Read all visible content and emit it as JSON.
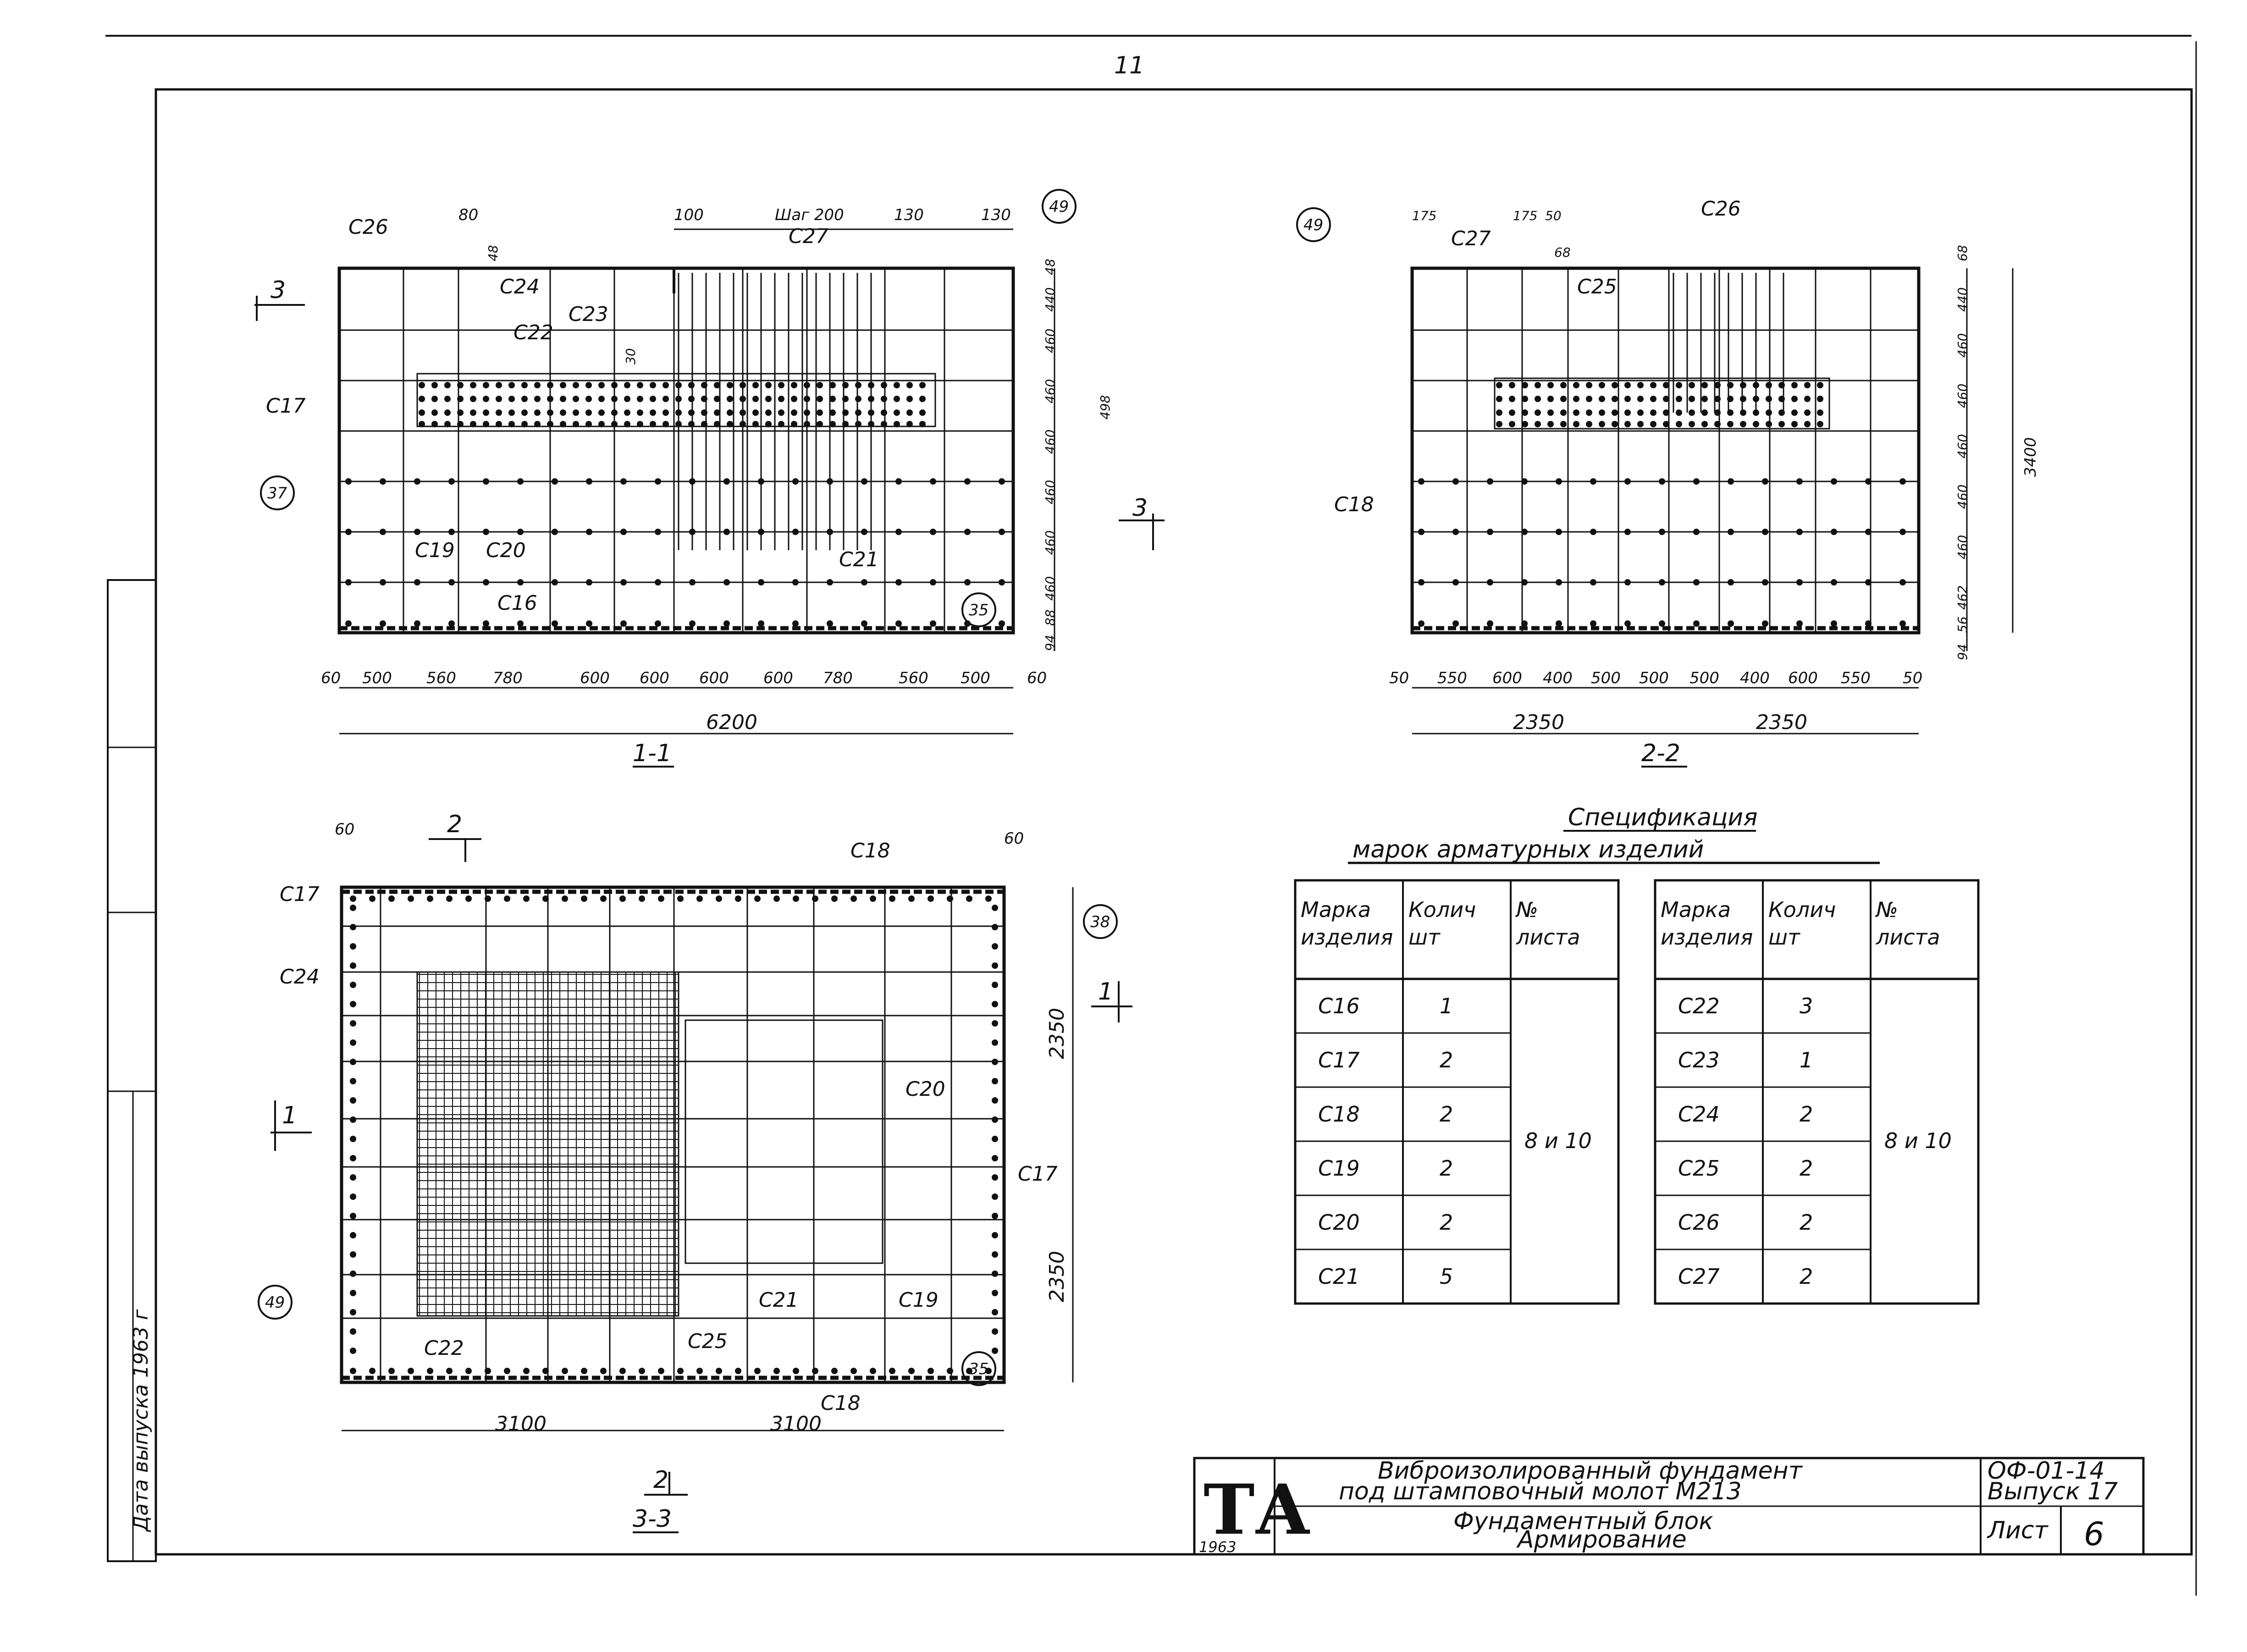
{
  "page_number": "11",
  "sections": {
    "s11": "1-1",
    "s22": "2-2",
    "s33": "3-3",
    "cut_3": "3",
    "cut_2": "2",
    "cut_1": "1"
  },
  "view_1_1": {
    "top_dims": [
      "80",
      "100",
      "Шаг 200",
      "130",
      "130"
    ],
    "bottom_dims": [
      "60",
      "500",
      "560",
      "780",
      "600",
      "600",
      "600",
      "600",
      "780",
      "560",
      "500",
      "60"
    ],
    "overall": "6200",
    "right_dims": [
      "48",
      "440",
      "460",
      "460",
      "460",
      "460",
      "460",
      "460",
      "88",
      "94"
    ],
    "side_dim": "498",
    "small_dims": [
      "48",
      "30"
    ],
    "marks": [
      "С26",
      "С24",
      "С23",
      "С22",
      "С17",
      "С19",
      "С20",
      "С21",
      "С16",
      "С27"
    ],
    "bubbles": [
      "49",
      "37",
      "35"
    ]
  },
  "view_2_2": {
    "top_dims": [
      "175",
      "175",
      "50",
      "68"
    ],
    "bottom_dims": [
      "50",
      "550",
      "600",
      "400",
      "500",
      "500",
      "500",
      "400",
      "600",
      "550",
      "50"
    ],
    "halves": [
      "2350",
      "2350"
    ],
    "right_dims": [
      "68",
      "440",
      "460",
      "460",
      "460",
      "460",
      "460",
      "462",
      "56",
      "94"
    ],
    "height": "3400",
    "marks": [
      "С27",
      "С25",
      "С26",
      "С18"
    ],
    "bubbles": [
      "49"
    ]
  },
  "view_3_3": {
    "top_dims": [
      "60",
      "60"
    ],
    "bottom_dims": [
      "3100",
      "3100"
    ],
    "right_dims": [
      "2350",
      "2350"
    ],
    "marks": [
      "С18",
      "С17",
      "С24",
      "С20",
      "С17",
      "С21",
      "С19",
      "С22",
      "С25",
      "С18"
    ],
    "bubbles": [
      "38",
      "49",
      "35"
    ]
  },
  "spec": {
    "title1": "Спецификация",
    "title2": "марок арматурных изделий",
    "headers": [
      "Марка изделия",
      "Колич шт",
      "№ листа"
    ],
    "table_left": [
      [
        "С16",
        "1"
      ],
      [
        "С17",
        "2"
      ],
      [
        "С18",
        "2"
      ],
      [
        "С19",
        "2"
      ],
      [
        "С20",
        "2"
      ],
      [
        "С21",
        "5"
      ]
    ],
    "table_right": [
      [
        "С22",
        "3"
      ],
      [
        "С23",
        "1"
      ],
      [
        "С24",
        "2"
      ],
      [
        "С25",
        "2"
      ],
      [
        "С26",
        "2"
      ],
      [
        "С27",
        "2"
      ]
    ],
    "sheet_ref": "8 и 10"
  },
  "title_block": {
    "logo": "ТА",
    "year": "1963",
    "line1": "Виброизолированный фундамент",
    "line2": "под штамповочный молот М213",
    "line3": "Фундаментный блок",
    "line4": "Армирование",
    "code": "ОФ-01-14",
    "issue": "Выпуск 17",
    "sheet_label": "Лист",
    "sheet_no": "6"
  },
  "side_stamp": "Дата выпуска 1963 г"
}
